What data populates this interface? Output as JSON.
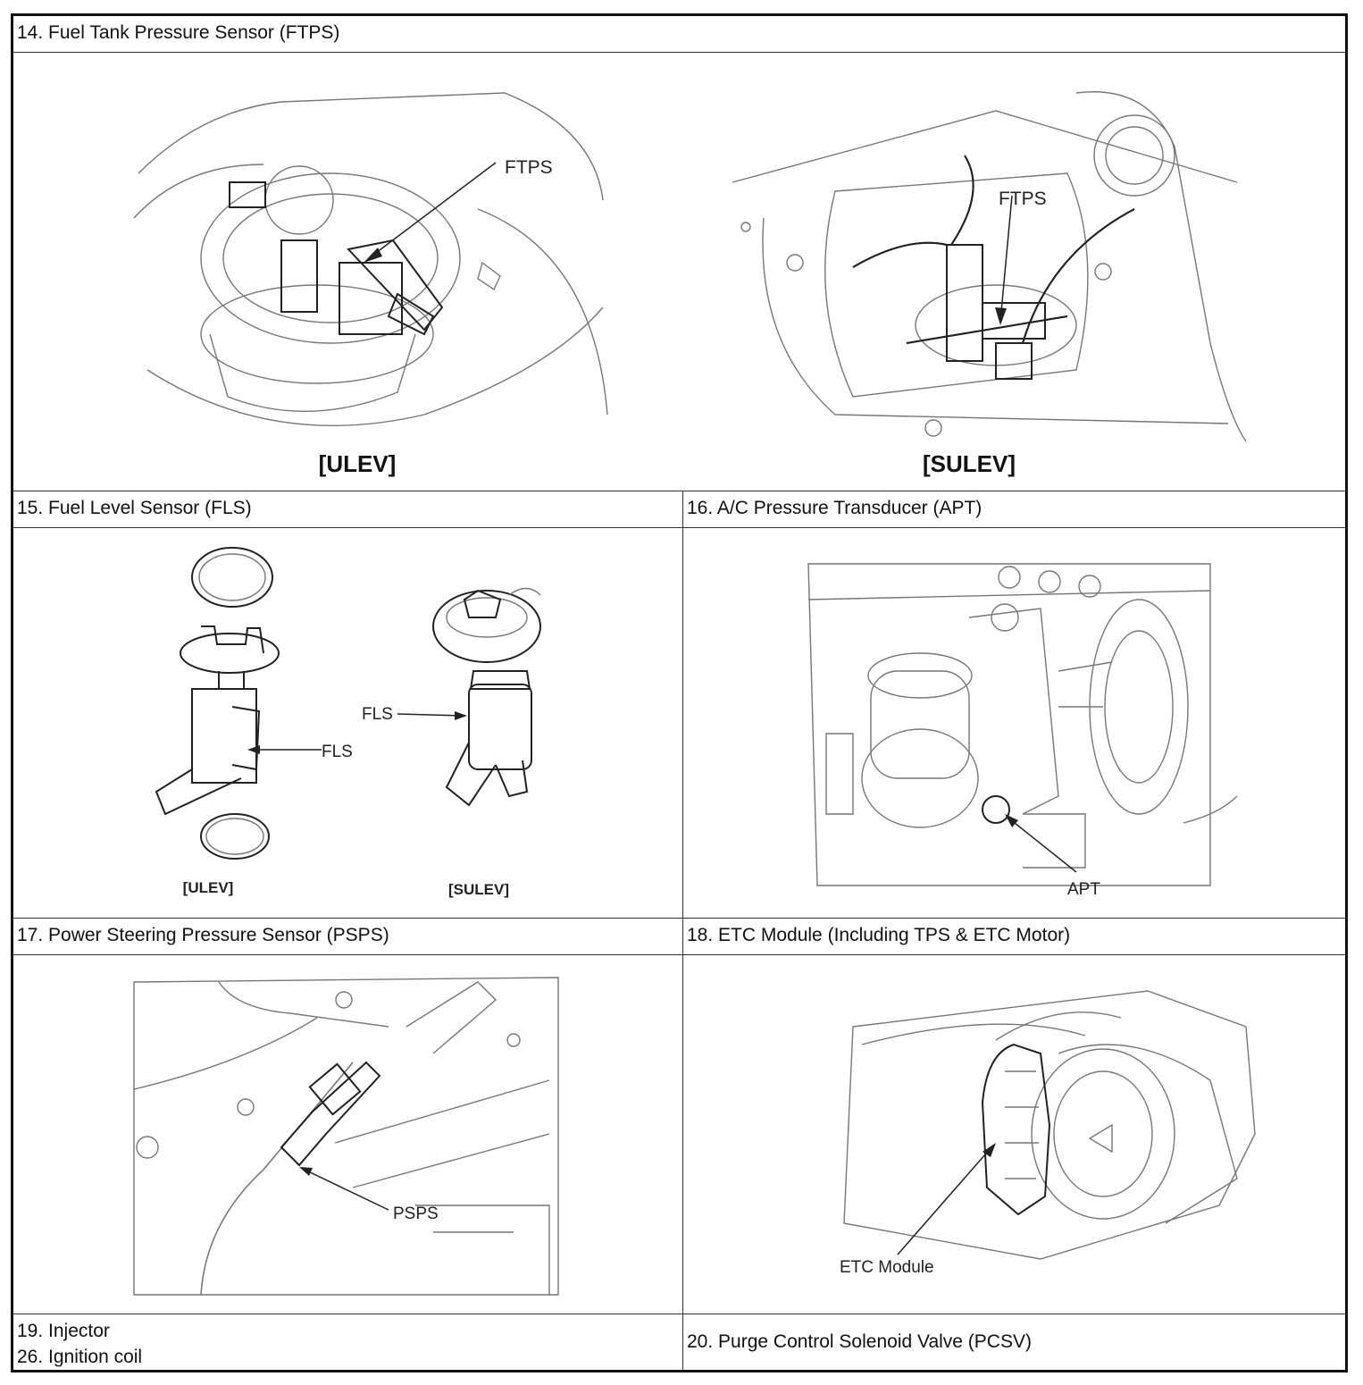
{
  "sections": {
    "s14": {
      "title": "14. Fuel Tank Pressure Sensor (FTPS)",
      "label_left": "FTPS",
      "caption_left": "[ULEV]",
      "label_right": "FTPS",
      "caption_right": "[SULEV]"
    },
    "s15": {
      "title": "15. Fuel Level Sensor (FLS)",
      "label_left": "FLS",
      "caption_left": "[ULEV]",
      "label_right": "FLS",
      "caption_right": "[SULEV]"
    },
    "s16": {
      "title": "16. A/C Pressure Transducer (APT)",
      "label": "APT"
    },
    "s17": {
      "title": "17. Power Steering Pressure Sensor (PSPS)",
      "label": "PSPS"
    },
    "s18": {
      "title": "18. ETC Module (Including TPS & ETC Motor)",
      "label": "ETC Module"
    },
    "s19": {
      "line1": "19. Injector",
      "line2": "26. Ignition coil"
    },
    "s20": {
      "title": "20. Purge Control Solenoid Valve (PCSV)"
    }
  }
}
